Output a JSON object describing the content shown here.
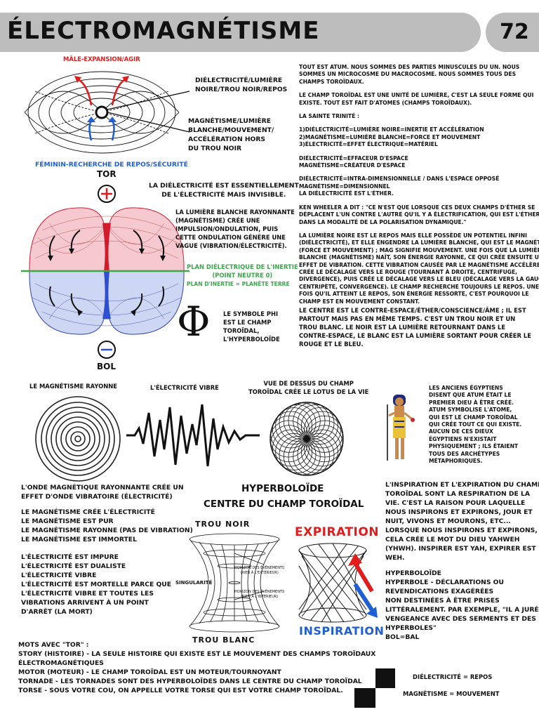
{
  "header": {
    "title": "ÉLECTROMAGNÉTISME",
    "page_number": "72"
  },
  "diagram_top": {
    "male_label": "Mâle-expansion/agir",
    "female_label": "Féminin-recherche de repos/sécurité",
    "label_dielectricity": "Diélectricité/lumière\nnoire/trou noir/repos",
    "label_magnetism": "Magnétisme/lumière\nblanche/mouvement/\naccélération hors\ndu trou noir"
  },
  "torus": {
    "tor_label": "TOR",
    "bol_label": "BOL",
    "text_dielectric": "La diélectricité est essentiellement\nde l'électricité mais invisible.",
    "text_white_light": "La lumière blanche rayonnante\n(magnétisme) crée une\nimpulsion/ondulation, puis\ncette ondulation génère une\nvague (vibration/électricité).",
    "plan_dielectric": "Plan diélectrique de l'inertie\n(point neutre 0)",
    "plan_inertia": "Plan d'inertie = planète terre",
    "phi_symbol": "Φ",
    "phi_text": "Le symbole Phi\nest le champ\ntoroïdal,\nl'hyperboloïde"
  },
  "right_column": {
    "paragraphs": [
      "Tout est atum. Nous sommes des parties minuscules du un. Nous\nsommes un microcosme du macrocosme. Nous sommes tous des\nchamps toroïdaux.",
      "Le champ toroïdal est une unité de lumière, c'est la seule forme qui\nexiste. Tout est fait d'atomes (champs toroïdaux).",
      "La sainte trinité :",
      "1)Diélectricité=lumière noire=inertie et accélération\n2)Magnétisme=lumière blanche=force et mouvement\n3)Électricité=effet électrique=matériel",
      "Diélectricité=effaceur d'espace\nMagnétisme=créateur d'espace",
      "Diélectricité=intra-dimensionnelle / dans l'espace opposé\nMagnétisme=dimensionnel\nLa diélectricité est l'éther.",
      "Ken Wheeler a dit : \"Ce n'est que lorsque ces deux champs d'éther se\ndéplacent l'un contre l'autre qu'il y a électrification, qui est l'éther\ndans la modalité de la polarisation dynamique.\"",
      "La lumière noire est le repos mais elle possède un potentiel infini\n(diélectricité), et elle engendre la lumière blanche, qui est le magnétisme\n(force et mouvement) ; mag signifie mouvement. Une fois que la lumière\nblanche (magnétisme) naît, son énergie rayonne, ce qui crée ensuite un\neffet de vibration. Cette vibration causée par le magnétisme accélère et\ncrée le décalage vers le rouge (tournant à droite, centrifuge,\ndivergence), puis crée le décalage vers le bleu (décalage vers la gauche,\ncentripète, convergence). Le champ recherche toujours le repos. Une\nfois qu'il atteint le repos, son énergie ressorte, c'est pourquoi le\nchamp est en mouvement constant."
    ],
    "center_paragraph": "Le centre est le contre-espace/éther/conscience/âme ; il est\npartout mais pas en même temps. C'est un trou noir et un\ntrou blanc. Le noir est la lumière retournant dans le\ncontre-espace, le blanc est la lumière sortant pour créer le\nrouge et le bleu."
  },
  "middle_row": {
    "magnetism_label": "Le magnétisme rayonne",
    "electricity_label": "L'électricité vibre",
    "lotus_label": "Vue de dessus du champ\ntoroïdal crée le lotus de la vie",
    "egypt_text": "Les anciens Égyptiens\ndisent que Atum était le\npremier dieu à être créé.\nAtum symbolise l'atome,\nqui est le champ toroïdal\nqui crée tout ce qui existe.\nAucun de ces dieux\négyptiens n'existait\nphysiquement ; ils étaient\ntous des archétypes\nmétaphoriques."
  },
  "lower_left": {
    "wave_text": "L'onde magnétique rayonnante crée un\neffet d'onde vibratoire (électricité)",
    "magnetism_list": "Le magnétisme crée l'électricité\nLe magnétisme est pur\nLe magnétisme rayonne (pas de vibration)\nLe magnétisme est immortel",
    "electricity_list": "L'électricité est impure\nL'électricité est dualiste\nL'électricité vibre\nL'électricité est mortelle parce que\nl'électricité vibre et toutes les\nvibrations arrivent à un point\nd'arrêt (la mort)"
  },
  "hyperboloid": {
    "title_line1": "HYPERBOLOÏDE",
    "title_line2": "CENTRE DU CHAMP TOROÏDAL",
    "black_hole": "TROU NOIR",
    "white_hole": "TROU BLANC",
    "singularity": "SINGULARITÉ",
    "horizon_top": "HORIZON DES ÉVÉNEMENTS\n(RIEN À L'EXTÉRIEUR)",
    "horizon_bottom": "HORIZON DES ÉVÉNEMENTS\n(RIEN À L'INTÉRIEUR)",
    "expiration": "EXPIRATION",
    "inspiration": "INSPIRATION"
  },
  "lower_right": {
    "breath_text": "L'inspiration et l'expiration du champ\ntoroïdal sont la respiration de la\nvie. C'est la raison pour laquelle\nnous inspirons et expirons, jour et\nnuit, vivons et mourons, etc...\nLorsque nous inspirons et expirons,\ncela crée le mot du dieu Yahweh\n(YHWH). Inspirer est Yah, expirer est\nWeh.",
    "hyperbole_text": "Hyperboloïde\nHyperbole - déclarations ou\nrevendications exagérées\nnon destinées à être prises\nlittéralement. Par exemple, \"il a juré\nvengeance avec des serments et des\nhyperboles\"\nBol=bal"
  },
  "bottom": {
    "tor_words": "Mots avec \"tor\" :\nStory (histoire) - la seule histoire qui existe est le mouvement des champs toroïdaux\nélectromagnétiques\nMotor (moteur) - le champ toroïdal est un moteur/tournoyant\nTornade - les tornades sont des hyperboloïdes dans le centre du champ toroïdal\nTorse - sous votre cou, on appelle votre torse qui est votre champ toroïdal.",
    "legend_rest": "Diélectricité = repos",
    "legend_motion": "Magnétisme = mouvement"
  },
  "colors": {
    "red": "#e21b1b",
    "blue": "#1f5fd6",
    "green": "#3aa84a",
    "header_gray": "#bdbdbd"
  }
}
